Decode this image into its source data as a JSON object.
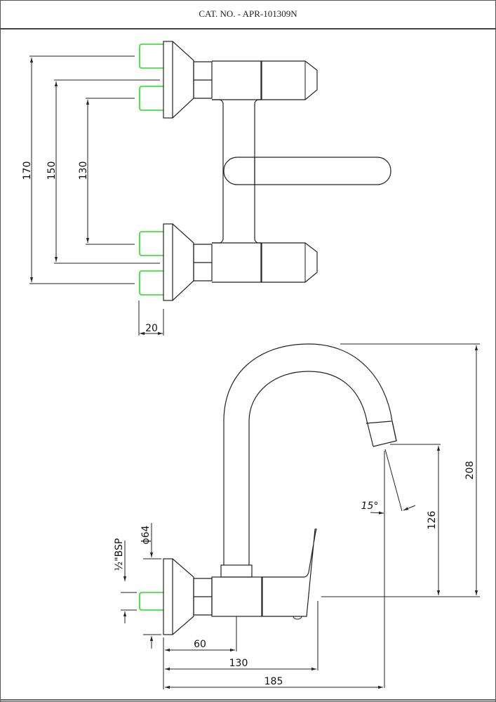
{
  "header": {
    "title": "CAT. NO. - APR-101309N"
  },
  "front_view": {
    "dimensions": {
      "height_outer": "170",
      "height_middle": "150",
      "height_inner": "130",
      "inlet_depth": "20"
    }
  },
  "side_view": {
    "dimensions": {
      "flange_diameter": "ϕ64",
      "thread": "½\"BSP",
      "spout_angle": "15°",
      "spout_height": "126",
      "total_height": "208",
      "depth_body": "60",
      "depth_handle": "130",
      "spout_reach": "185"
    }
  },
  "colors": {
    "inlet_highlight": "#22dd22",
    "line": "#222222"
  }
}
